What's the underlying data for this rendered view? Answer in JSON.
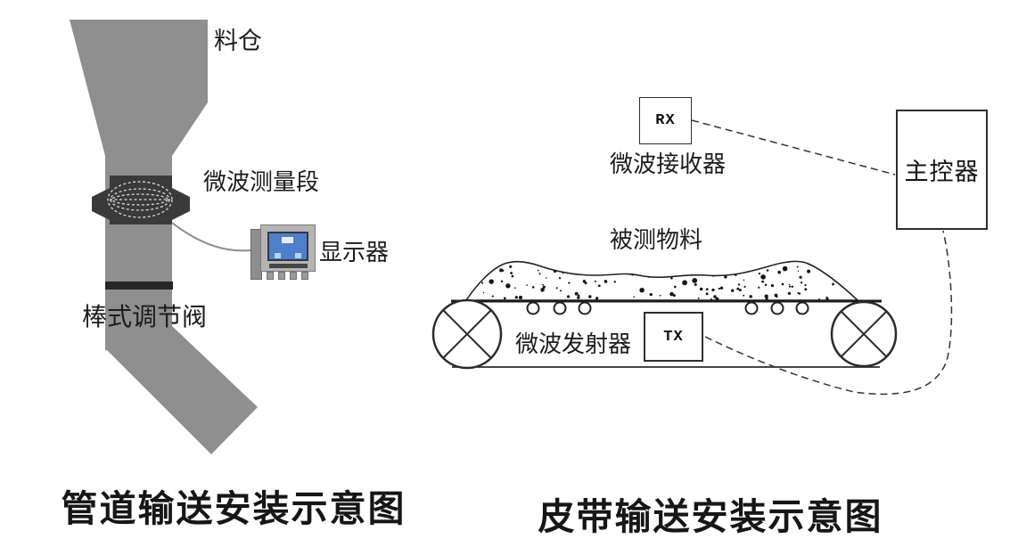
{
  "left_diagram": {
    "caption": "管道输送安装示意图",
    "labels": {
      "hopper": "料仓",
      "measure_section": "微波测量段",
      "display": "显示器",
      "valve": "棒式调节阀"
    },
    "colors": {
      "pipe_gray": "#8f8f8f",
      "band_dark": "#3a3a3a",
      "valve_dark": "#262626",
      "cable_gray": "#8c8c8c",
      "screen_blue": "#4e7fcb",
      "ellipse_dash": "#d9d9d9"
    }
  },
  "right_diagram": {
    "caption": "皮带输送安装示意图",
    "labels": {
      "receiver": "微波接收器",
      "material": "被测物料",
      "transmitter": "微波发射器"
    },
    "boxes": {
      "rx": "RX",
      "tx": "TX",
      "controller": "主控器"
    },
    "colors": {
      "line_dark": "#222222",
      "dash_dark": "#333333"
    }
  }
}
